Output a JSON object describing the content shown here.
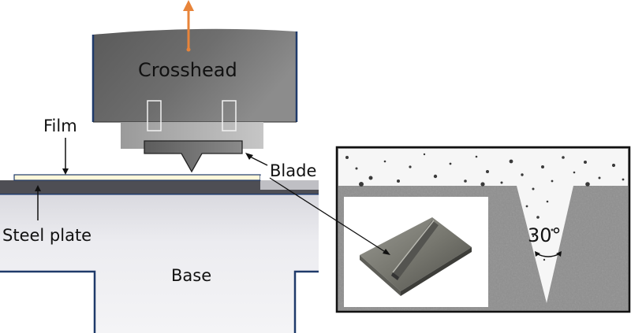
{
  "labels": {
    "crosshead": "Crosshead",
    "film": "Film",
    "blade": "Blade",
    "steel_plate": "Steel plate",
    "base": "Base",
    "angle": "30°"
  },
  "colors": {
    "pull_arrow": "#E8843A",
    "outline": "#1F3A6A",
    "crosshead_dark": "#5D5D5D",
    "base_light": "#E9E9EE",
    "film": "#FFF7DA",
    "steel_plate": "#4E4E54",
    "micrograph_gray": "#8E8E8E"
  },
  "icons": {
    "pull_arrow": "up-arrow-icon",
    "blade_photo": "blade-photo"
  }
}
